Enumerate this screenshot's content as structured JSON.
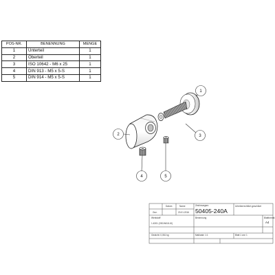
{
  "parts_list": {
    "headers": [
      "POS-NR.",
      "BENENNUNG",
      "MENGE"
    ],
    "rows": [
      {
        "pos": "1",
        "name": "Unterteil",
        "qty": "1"
      },
      {
        "pos": "2",
        "name": "Oberteil",
        "qty": "1"
      },
      {
        "pos": "3",
        "name": "ISO 10642 - M6 x 25",
        "qty": "1"
      },
      {
        "pos": "4",
        "name": "DIN 913 - M5 x 5-S",
        "qty": "1"
      },
      {
        "pos": "5",
        "name": "DIN 914 - M5 x 5-S",
        "qty": "1"
      }
    ]
  },
  "balloons": [
    "1",
    "2",
    "3",
    "4",
    "5"
  ],
  "title_block": {
    "col_datum": "Datum",
    "col_name": "Name",
    "row_label": "Gez.",
    "date_value": "20.01.2016",
    "label_zeichnungsnr": "Zeichnungsnr.",
    "drawing_number": "50405-240A",
    "label_benennung": "Benennung",
    "label_blattformat": "Blattformat",
    "sheet_format": "A4",
    "label_werkstoff": "Werkstoff",
    "material": "1.4301 (X5CrNi18-10)",
    "label_gewicht": "Gewicht: 0,061 kg",
    "label_massstab": "Maßstab: 1:1",
    "label_blatt": "Blatt 1 von 1",
    "label_copyright": "Urheberrechtlich geschützt"
  }
}
